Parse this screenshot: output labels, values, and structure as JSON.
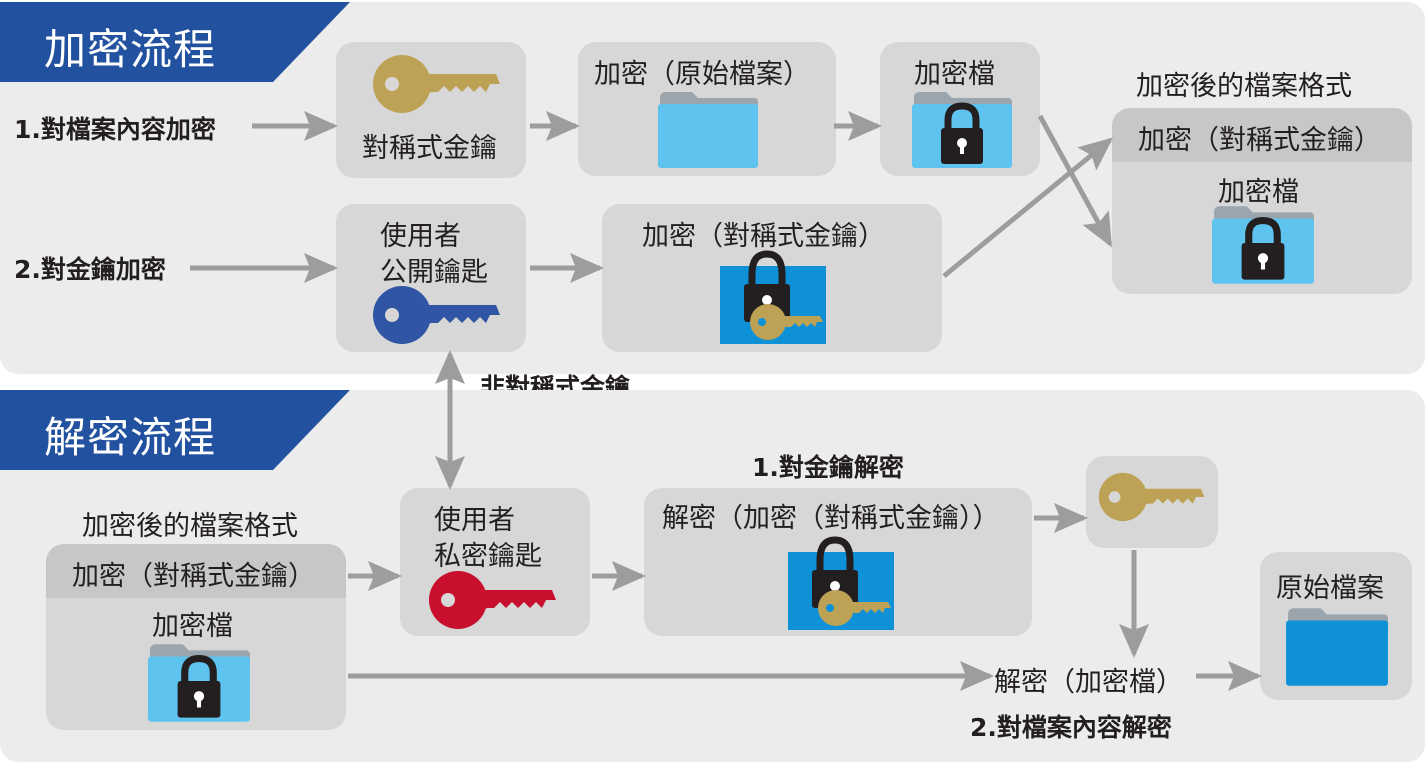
{
  "encrypt": {
    "banner": "加密流程",
    "step1_label": "1.對檔案內容加密",
    "step2_label": "2.對金鑰加密",
    "sym_key_caption": "對稱式金鑰",
    "enc_original_title": "加密（原始檔案）",
    "enc_file_title": "加密檔",
    "public_key_caption": "使用者\n公開鑰匙",
    "enc_key_title": "加密（對稱式金鑰）",
    "format_title": "加密後的檔案格式",
    "format_header": "加密（對稱式金鑰）",
    "format_file_label": "加密檔"
  },
  "asym_label": "非對稱式金鑰",
  "decrypt": {
    "banner": "解密流程",
    "format_title": "加密後的檔案格式",
    "format_header": "加密（對稱式金鑰）",
    "format_file_label": "加密檔",
    "private_key_caption": "使用者\n私密鑰匙",
    "step1_label": "1.對金鑰解密",
    "dec_key_title": "解密（加密（對稱式金鑰））",
    "dec_file_text": "解密（加密檔）",
    "step2_label": "2.對檔案內容解密",
    "original_title": "原始檔案"
  },
  "colors": {
    "banner": "#22529f",
    "gold_key": "#bda256",
    "blue_key": "#2f55a4",
    "red_key": "#c8102e",
    "folder_light": "#5ec4ef",
    "folder_dark": "#0f91d7",
    "lock": "#231f20",
    "arrow": "#9d9d9d",
    "box": "#d7d7d7",
    "panel": "#ececec"
  },
  "icons": [
    "gold-key-icon",
    "blue-key-icon",
    "red-key-icon",
    "folder-icon",
    "lock-icon"
  ]
}
